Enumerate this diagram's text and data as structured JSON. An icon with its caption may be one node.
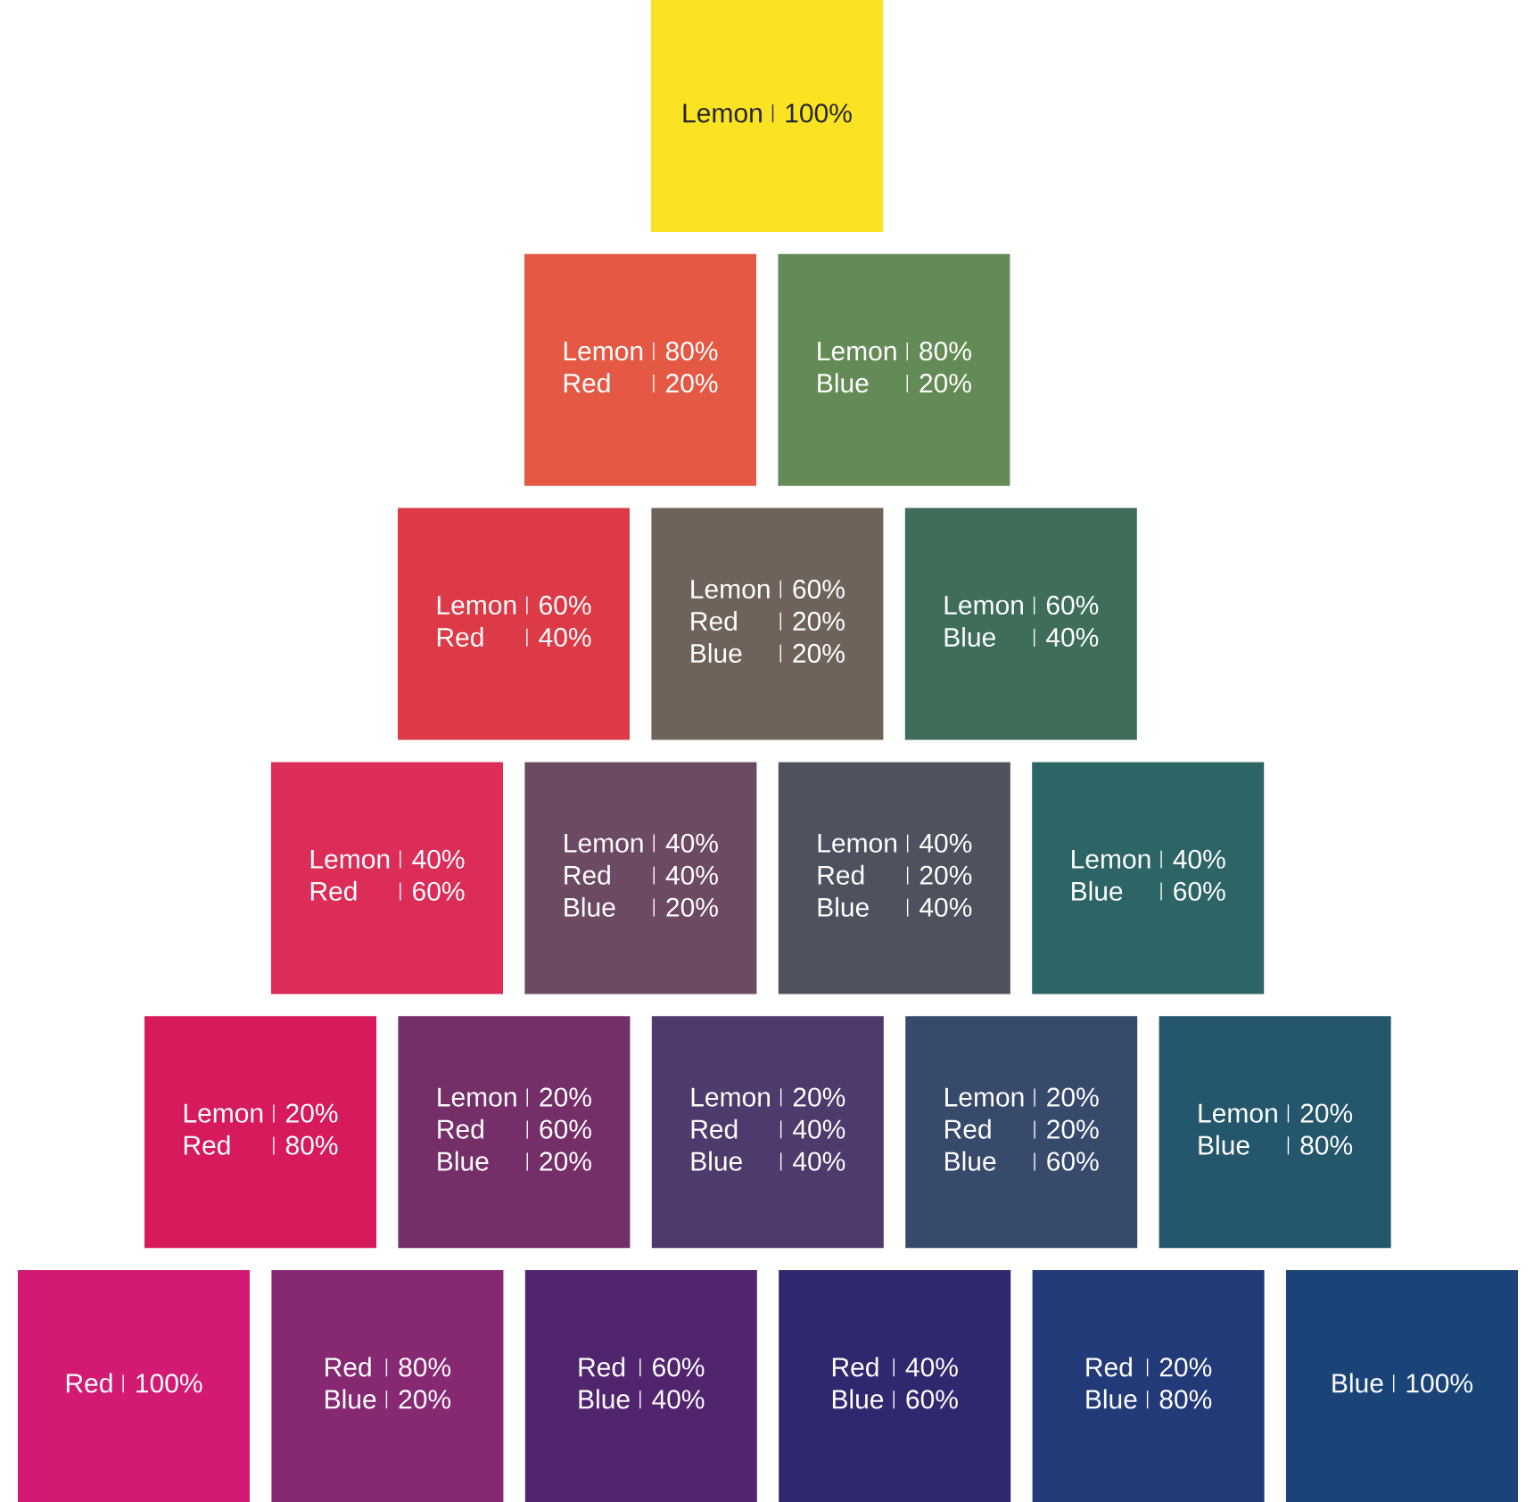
{
  "diagram": {
    "nodes": [
      {
        "text": [
          "Lemon",
          "100%"
        ]
      },
      {
        "text": [
          "Lemon",
          "80%",
          "Red",
          "20%"
        ]
      },
      {
        "text": [
          "Lemon",
          "80%",
          "Blue",
          "20%"
        ]
      },
      {
        "text": [
          "Lemon",
          "60%",
          "Red",
          "40%"
        ]
      },
      {
        "text": [
          "Lemon",
          "60%",
          "Red",
          "20%",
          "Blue",
          "20%"
        ]
      },
      {
        "text": [
          "Lemon",
          "60%",
          "Blue",
          "40%"
        ]
      },
      {
        "text": [
          "Lemon",
          "40%",
          "Red",
          "60%"
        ]
      },
      {
        "text": [
          "Lemon",
          "40%",
          "Red",
          "40%",
          "Blue",
          "20%"
        ]
      },
      {
        "text": [
          "Lemon",
          "40%",
          "Red",
          "20%",
          "Blue",
          "40%"
        ]
      },
      {
        "text": [
          "Lemon",
          "40%",
          "Blue",
          "60%"
        ]
      },
      {
        "text": [
          "Lemon",
          "20%",
          "Red",
          "80%"
        ]
      },
      {
        "text": [
          "Lemon",
          "20%",
          "Red",
          "60%",
          "Blue",
          "20%"
        ]
      },
      {
        "text": [
          "Lemon",
          "20%",
          "Red",
          "40%",
          "Blue",
          "40%"
        ]
      },
      {
        "text": [
          "Lemon",
          "20%",
          "Red",
          "20%",
          "Blue",
          "60%"
        ]
      },
      {
        "text": [
          "Lemon",
          "20%",
          "Blue",
          "80%"
        ]
      },
      {
        "text": [
          "Red",
          "100%"
        ]
      },
      {
        "text": [
          "Red",
          "80%",
          "Blue",
          "20%"
        ]
      },
      {
        "text": [
          "Red",
          "60%",
          "Blue",
          "40%"
        ]
      },
      {
        "text": [
          "Red",
          "40%",
          "Blue",
          "60%"
        ]
      },
      {
        "text": [
          "Red",
          "20%",
          "Blue",
          "80%"
        ]
      },
      {
        "text": [
          "Blue",
          "100%"
        ]
      }
    ]
  }
}
